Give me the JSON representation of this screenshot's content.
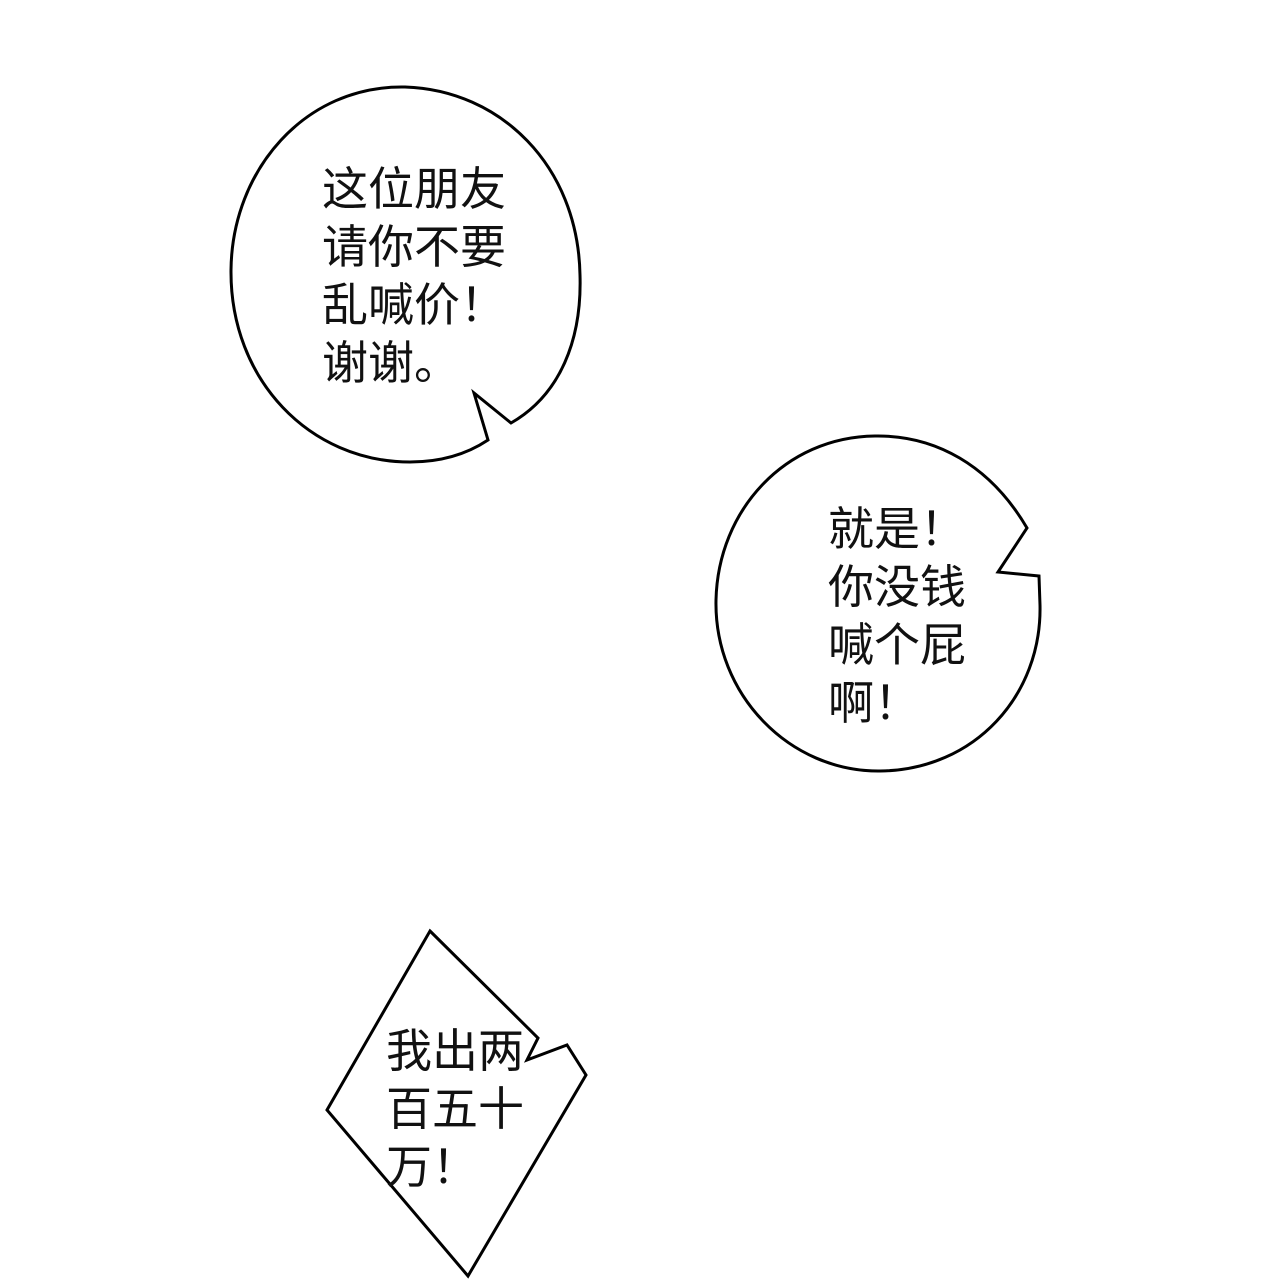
{
  "bubbles": [
    {
      "shape": "round speech bubble",
      "lines": [
        "这位朋友",
        "请你不要",
        "乱喊价！",
        "谢谢。"
      ]
    },
    {
      "shape": "round speech bubble",
      "lines": [
        "就是！",
        "你没钱",
        "喊个屁",
        "啊！"
      ]
    },
    {
      "shape": "jagged diamond shout bubble",
      "lines": [
        "我出两",
        "百五十",
        "万！"
      ]
    }
  ],
  "colors": {
    "background": "#ffffff",
    "outline": "#000000",
    "text": "#111111"
  }
}
